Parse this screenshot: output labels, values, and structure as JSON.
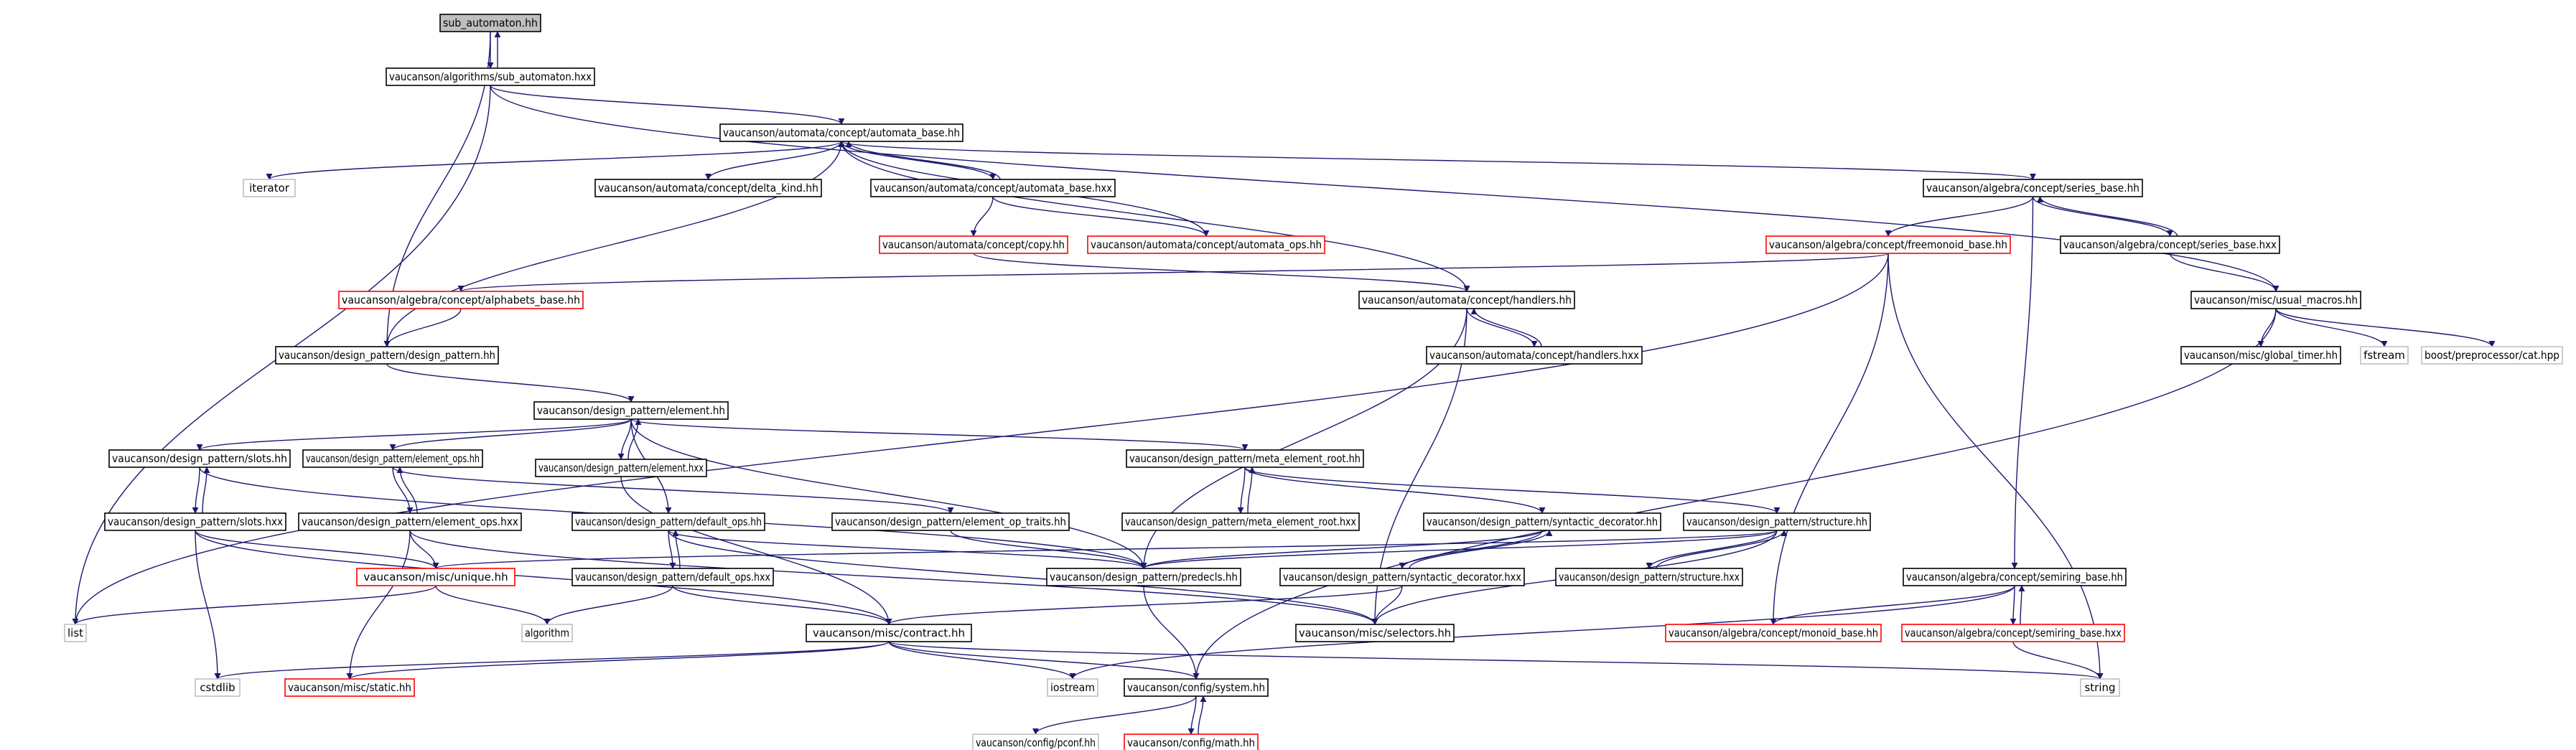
{
  "colors": {
    "edge": "#191970",
    "border_normal": "#000000",
    "border_truncated": "#ff0000",
    "border_external": "#bfbfbf",
    "fill_normal": "#ffffff",
    "fill_root": "#bfbfbf"
  },
  "nodes": {
    "sub_automaton_hh": {
      "label": "sub_automaton.hh",
      "kind": "root"
    },
    "sub_automaton_hxx": {
      "label": "vaucanson/algorithms/sub_automaton.hxx",
      "kind": "normal"
    },
    "automata_base_hh": {
      "label": "vaucanson/automata/concept/automata_base.hh",
      "kind": "normal"
    },
    "iterator": {
      "label": "iterator",
      "kind": "external"
    },
    "delta_kind_hh": {
      "label": "vaucanson/automata/concept/delta_kind.hh",
      "kind": "normal"
    },
    "automata_base_hxx": {
      "label": "vaucanson/automata/concept/automata_base.hxx",
      "kind": "normal"
    },
    "copy_hh": {
      "label": "vaucanson/automata/concept/copy.hh",
      "kind": "truncated"
    },
    "automata_ops_hh": {
      "label": "vaucanson/automata/concept/automata_ops.hh",
      "kind": "truncated"
    },
    "series_base_hh": {
      "label": "vaucanson/algebra/concept/series_base.hh",
      "kind": "normal"
    },
    "freemonoid_base_hh": {
      "label": "vaucanson/algebra/concept/freemonoid_base.hh",
      "kind": "truncated"
    },
    "series_base_hxx": {
      "label": "vaucanson/algebra/concept/series_base.hxx",
      "kind": "normal"
    },
    "alphabets_base_hh": {
      "label": "vaucanson/algebra/concept/alphabets_base.hh",
      "kind": "truncated"
    },
    "handlers_hh": {
      "label": "vaucanson/automata/concept/handlers.hh",
      "kind": "normal"
    },
    "usual_macros_hh": {
      "label": "vaucanson/misc/usual_macros.hh",
      "kind": "normal"
    },
    "design_pattern_hh": {
      "label": "vaucanson/design_pattern/design_pattern.hh",
      "kind": "normal"
    },
    "handlers_hxx": {
      "label": "vaucanson/automata/concept/handlers.hxx",
      "kind": "normal"
    },
    "global_timer_hh": {
      "label": "vaucanson/misc/global_timer.hh",
      "kind": "normal"
    },
    "fstream": {
      "label": "fstream",
      "kind": "external"
    },
    "boost_cat_hpp": {
      "label": "boost/preprocessor/cat.hpp",
      "kind": "external"
    },
    "element_hh": {
      "label": "vaucanson/design_pattern/element.hh",
      "kind": "normal"
    },
    "slots_hh": {
      "label": "vaucanson/design_pattern/slots.hh",
      "kind": "normal"
    },
    "element_ops_hh": {
      "label": "vaucanson/design_pattern/element_ops.hh",
      "kind": "normal"
    },
    "element_hxx": {
      "label": "vaucanson/design_pattern/element.hxx",
      "kind": "normal"
    },
    "meta_element_root_hh": {
      "label": "vaucanson/design_pattern/meta_element_root.hh",
      "kind": "normal"
    },
    "slots_hxx": {
      "label": "vaucanson/design_pattern/slots.hxx",
      "kind": "normal"
    },
    "element_ops_hxx": {
      "label": "vaucanson/design_pattern/element_ops.hxx",
      "kind": "normal"
    },
    "default_ops_hh": {
      "label": "vaucanson/design_pattern/default_ops.hh",
      "kind": "normal"
    },
    "element_op_traits_hh": {
      "label": "vaucanson/design_pattern/element_op_traits.hh",
      "kind": "normal"
    },
    "meta_element_root_hxx": {
      "label": "vaucanson/design_pattern/meta_element_root.hxx",
      "kind": "normal"
    },
    "syntactic_decorator_hh": {
      "label": "vaucanson/design_pattern/syntactic_decorator.hh",
      "kind": "normal"
    },
    "structure_hh": {
      "label": "vaucanson/design_pattern/structure.hh",
      "kind": "normal"
    },
    "unique_hh": {
      "label": "vaucanson/misc/unique.hh",
      "kind": "truncated"
    },
    "default_ops_hxx": {
      "label": "vaucanson/design_pattern/default_ops.hxx",
      "kind": "normal"
    },
    "predecls_hh": {
      "label": "vaucanson/design_pattern/predecls.hh",
      "kind": "normal"
    },
    "syntactic_decorator_hxx": {
      "label": "vaucanson/design_pattern/syntactic_decorator.hxx",
      "kind": "normal"
    },
    "structure_hxx": {
      "label": "vaucanson/design_pattern/structure.hxx",
      "kind": "normal"
    },
    "semiring_base_hh": {
      "label": "vaucanson/algebra/concept/semiring_base.hh",
      "kind": "normal"
    },
    "list": {
      "label": "list",
      "kind": "external"
    },
    "algorithm": {
      "label": "algorithm",
      "kind": "external"
    },
    "contract_hh": {
      "label": "vaucanson/misc/contract.hh",
      "kind": "normal"
    },
    "selectors_hh": {
      "label": "vaucanson/misc/selectors.hh",
      "kind": "normal"
    },
    "monoid_base_hh": {
      "label": "vaucanson/algebra/concept/monoid_base.hh",
      "kind": "truncated"
    },
    "semiring_base_hxx": {
      "label": "vaucanson/algebra/concept/semiring_base.hxx",
      "kind": "truncated"
    },
    "cstdlib": {
      "label": "cstdlib",
      "kind": "external"
    },
    "static_hh": {
      "label": "vaucanson/misc/static.hh",
      "kind": "truncated"
    },
    "iostream": {
      "label": "iostream",
      "kind": "external"
    },
    "system_hh": {
      "label": "vaucanson/config/system.hh",
      "kind": "normal"
    },
    "string": {
      "label": "string",
      "kind": "external"
    },
    "pconf_hh": {
      "label": "vaucanson/config/pconf.hh",
      "kind": "external"
    },
    "math_hh": {
      "label": "vaucanson/config/math.hh",
      "kind": "truncated"
    }
  },
  "edges": [
    [
      "sub_automaton_hh",
      "sub_automaton_hxx"
    ],
    [
      "sub_automaton_hxx",
      "sub_automaton_hh"
    ],
    [
      "sub_automaton_hh",
      "design_pattern_hh"
    ],
    [
      "sub_automaton_hxx",
      "automata_base_hh"
    ],
    [
      "sub_automaton_hxx",
      "usual_macros_hh"
    ],
    [
      "sub_automaton_hxx",
      "list"
    ],
    [
      "automata_base_hh",
      "iterator"
    ],
    [
      "automata_base_hh",
      "delta_kind_hh"
    ],
    [
      "automata_base_hh",
      "automata_base_hxx"
    ],
    [
      "automata_base_hxx",
      "automata_base_hh"
    ],
    [
      "automata_base_hh",
      "series_base_hh"
    ],
    [
      "automata_base_hh",
      "design_pattern_hh"
    ],
    [
      "automata_base_hh",
      "handlers_hh"
    ],
    [
      "automata_base_hxx",
      "copy_hh"
    ],
    [
      "automata_base_hxx",
      "automata_ops_hh"
    ],
    [
      "automata_ops_hh",
      "automata_base_hh"
    ],
    [
      "copy_hh",
      "handlers_hh"
    ],
    [
      "series_base_hh",
      "freemonoid_base_hh"
    ],
    [
      "series_base_hh",
      "series_base_hxx"
    ],
    [
      "series_base_hxx",
      "series_base_hh"
    ],
    [
      "series_base_hh",
      "semiring_base_hh"
    ],
    [
      "series_base_hxx",
      "usual_macros_hh"
    ],
    [
      "freemonoid_base_hh",
      "alphabets_base_hh"
    ],
    [
      "freemonoid_base_hh",
      "monoid_base_hh"
    ],
    [
      "freemonoid_base_hh",
      "string"
    ],
    [
      "freemonoid_base_hh",
      "list"
    ],
    [
      "alphabets_base_hh",
      "design_pattern_hh"
    ],
    [
      "handlers_hh",
      "handlers_hxx"
    ],
    [
      "handlers_hxx",
      "handlers_hh"
    ],
    [
      "handlers_hh",
      "predecls_hh"
    ],
    [
      "handlers_hh",
      "selectors_hh"
    ],
    [
      "usual_macros_hh",
      "global_timer_hh"
    ],
    [
      "usual_macros_hh",
      "fstream"
    ],
    [
      "usual_macros_hh",
      "boost_cat_hpp"
    ],
    [
      "usual_macros_hh",
      "system_hh"
    ],
    [
      "design_pattern_hh",
      "element_hh"
    ],
    [
      "element_hh",
      "slots_hh"
    ],
    [
      "element_hh",
      "element_ops_hh"
    ],
    [
      "element_hh",
      "element_hxx"
    ],
    [
      "element_hxx",
      "element_hh"
    ],
    [
      "element_hh",
      "meta_element_root_hh"
    ],
    [
      "element_hh",
      "default_ops_hh"
    ],
    [
      "element_hh",
      "predecls_hh"
    ],
    [
      "slots_hh",
      "slots_hxx"
    ],
    [
      "slots_hxx",
      "slots_hh"
    ],
    [
      "slots_hh",
      "predecls_hh"
    ],
    [
      "element_ops_hh",
      "element_ops_hxx"
    ],
    [
      "element_ops_hxx",
      "element_ops_hh"
    ],
    [
      "element_ops_hh",
      "element_op_traits_hh"
    ],
    [
      "element_hxx",
      "contract_hh"
    ],
    [
      "meta_element_root_hh",
      "meta_element_root_hxx"
    ],
    [
      "meta_element_root_hxx",
      "meta_element_root_hh"
    ],
    [
      "meta_element_root_hh",
      "syntactic_decorator_hh"
    ],
    [
      "meta_element_root_hh",
      "structure_hh"
    ],
    [
      "slots_hxx",
      "unique_hh"
    ],
    [
      "slots_hxx",
      "cstdlib"
    ],
    [
      "slots_hxx",
      "contract_hh"
    ],
    [
      "element_ops_hxx",
      "unique_hh"
    ],
    [
      "element_ops_hxx",
      "static_hh"
    ],
    [
      "element_ops_hxx",
      "selectors_hh"
    ],
    [
      "default_ops_hh",
      "default_ops_hxx"
    ],
    [
      "default_ops_hxx",
      "default_ops_hh"
    ],
    [
      "default_ops_hh",
      "predecls_hh"
    ],
    [
      "default_ops_hh",
      "selectors_hh"
    ],
    [
      "element_op_traits_hh",
      "predecls_hh"
    ],
    [
      "syntactic_decorator_hh",
      "syntactic_decorator_hxx"
    ],
    [
      "syntactic_decorator_hxx",
      "syntactic_decorator_hh"
    ],
    [
      "syntactic_decorator_hh",
      "predecls_hh"
    ],
    [
      "structure_hh",
      "structure_hxx"
    ],
    [
      "structure_hxx",
      "structure_hh"
    ],
    [
      "structure_hh",
      "predecls_hh"
    ],
    [
      "structure_hh",
      "unique_hh"
    ],
    [
      "structure_hh",
      "selectors_hh"
    ],
    [
      "unique_hh",
      "list"
    ],
    [
      "unique_hh",
      "algorithm"
    ],
    [
      "default_ops_hxx",
      "algorithm"
    ],
    [
      "default_ops_hxx",
      "contract_hh"
    ],
    [
      "predecls_hh",
      "system_hh"
    ],
    [
      "syntactic_decorator_hxx",
      "selectors_hh"
    ],
    [
      "syntactic_decorator_hxx",
      "contract_hh"
    ],
    [
      "semiring_base_hh",
      "monoid_base_hh"
    ],
    [
      "semiring_base_hh",
      "semiring_base_hxx"
    ],
    [
      "semiring_base_hxx",
      "semiring_base_hh"
    ],
    [
      "semiring_base_hh",
      "iostream"
    ],
    [
      "semiring_base_hxx",
      "string"
    ],
    [
      "contract_hh",
      "cstdlib"
    ],
    [
      "contract_hh",
      "static_hh"
    ],
    [
      "contract_hh",
      "iostream"
    ],
    [
      "contract_hh",
      "system_hh"
    ],
    [
      "contract_hh",
      "string"
    ],
    [
      "system_hh",
      "pconf_hh"
    ],
    [
      "system_hh",
      "math_hh"
    ],
    [
      "math_hh",
      "system_hh"
    ]
  ]
}
